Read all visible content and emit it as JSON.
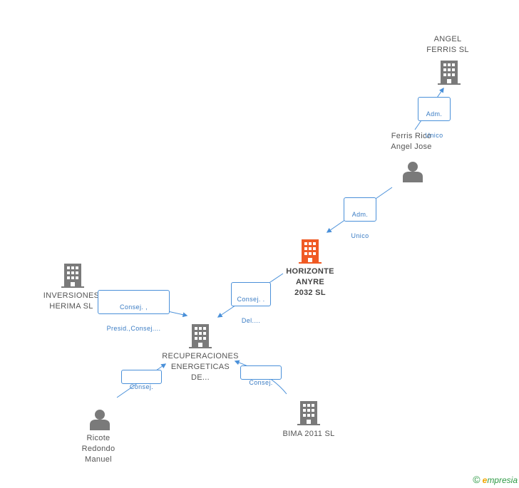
{
  "colors": {
    "company_icon": "#7a7a7a",
    "main_company_icon": "#f05a24",
    "person_icon": "#7a7a7a",
    "edge": "#4a90d9",
    "edge_text": "#3a7cc4"
  },
  "nodes": {
    "angel_ferris": {
      "label": "ANGEL\nFERRIS  SL",
      "icon": "building-icon"
    },
    "ferris_rico": {
      "label": "Ferris Rico\nAngel Jose",
      "icon": "person-icon"
    },
    "horizonte": {
      "label": "HORIZONTE\nANYRE\n2032 SL",
      "icon": "building-icon"
    },
    "inversiones": {
      "label": "INVERSIONES\nHERIMA SL",
      "icon": "building-icon"
    },
    "recuperaciones": {
      "label": "RECUPERACIONES\nENERGETICAS\nDE...",
      "icon": "building-icon"
    },
    "ricote": {
      "label": "Ricote\nRedondo\nManuel",
      "icon": "person-icon"
    },
    "bima": {
      "label": "BIMA 2011 SL",
      "icon": "building-icon"
    }
  },
  "edges": {
    "ferris_to_angel": {
      "line1": "Adm.",
      "line2": "Unico"
    },
    "ferris_to_horizonte": {
      "line1": "Adm.",
      "line2": "Unico"
    },
    "horizonte_to_recup": {
      "line1": "Consej. .",
      "line2": "Del...."
    },
    "inversiones_to_recup": {
      "line1": "Consej. ,",
      "line2": "Presid.,Consej...."
    },
    "ricote_to_recup": {
      "line1": "Consej."
    },
    "bima_to_recup": {
      "line1": "Consej."
    }
  },
  "footer": {
    "copyright": "©",
    "brand_initial": "e",
    "brand_rest": "mpresia"
  }
}
